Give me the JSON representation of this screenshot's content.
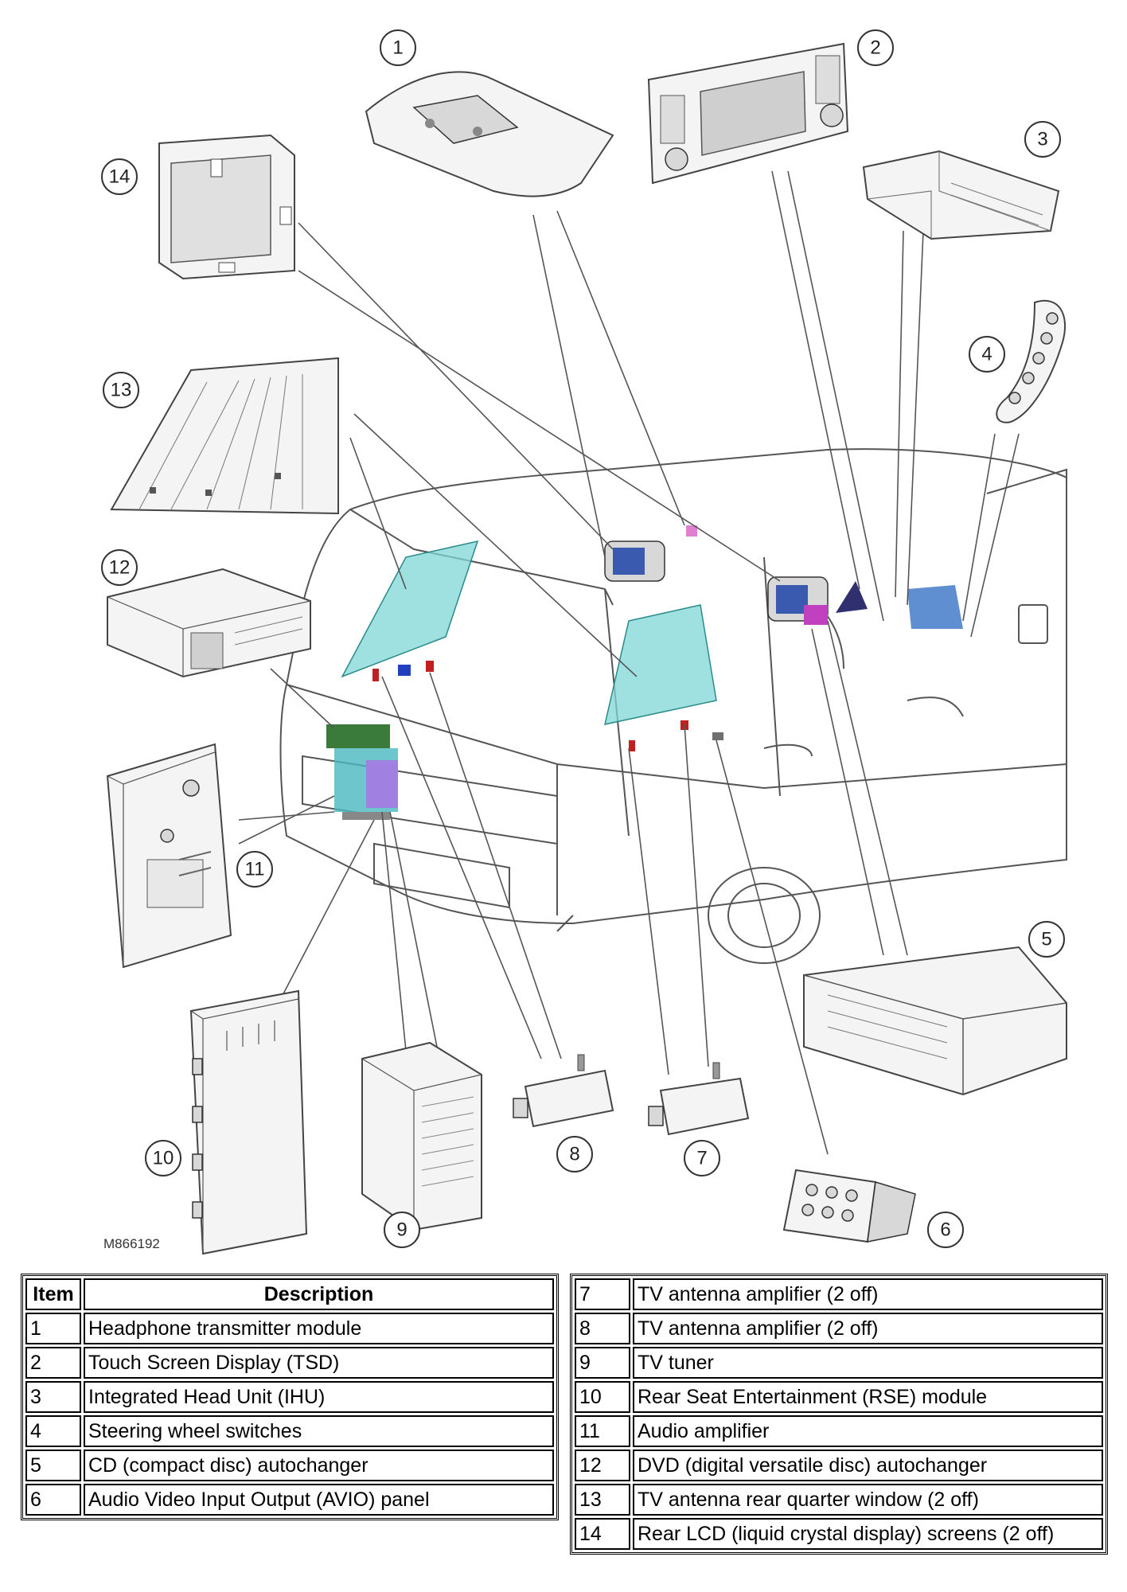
{
  "figure": {
    "code": "M866192",
    "callouts": [
      "1",
      "2",
      "3",
      "4",
      "5",
      "6",
      "7",
      "8",
      "9",
      "10",
      "11",
      "12",
      "13",
      "14"
    ]
  },
  "table": {
    "header_item": "Item",
    "header_description": "Description",
    "left_rows": [
      {
        "item": "1",
        "description": "Headphone transmitter module"
      },
      {
        "item": "2",
        "description": "Touch Screen Display (TSD)"
      },
      {
        "item": "3",
        "description": "Integrated Head Unit (IHU)"
      },
      {
        "item": "4",
        "description": "Steering wheel switches"
      },
      {
        "item": "5",
        "description": "CD (compact disc) autochanger"
      },
      {
        "item": "6",
        "description": "Audio Video Input Output (AVIO) panel"
      }
    ],
    "right_rows": [
      {
        "item": "7",
        "description": "TV antenna amplifier (2 off)"
      },
      {
        "item": "8",
        "description": "TV antenna amplifier (2 off)"
      },
      {
        "item": "9",
        "description": "TV tuner"
      },
      {
        "item": "10",
        "description": "Rear Seat Entertainment (RSE) module"
      },
      {
        "item": "11",
        "description": "Audio amplifier"
      },
      {
        "item": "12",
        "description": "DVD (digital versatile disc) autochanger"
      },
      {
        "item": "13",
        "description": "TV antenna rear quarter window (2 off)"
      },
      {
        "item": "14",
        "description": "Rear LCD (liquid crystal display) screens (2 off)"
      }
    ]
  }
}
